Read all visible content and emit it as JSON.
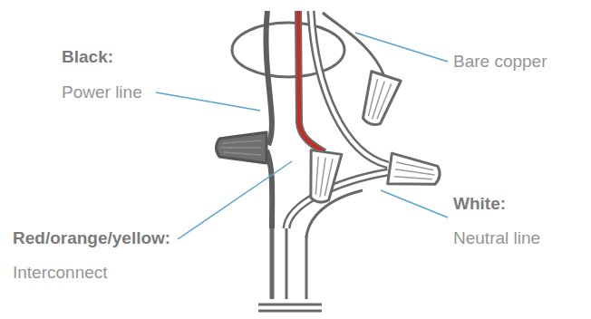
{
  "diagram": {
    "labels": [
      "Black:",
      "Power line",
      "Bare copper",
      "Red/orange/yellow:",
      "Interconnect",
      "White:",
      "Neutral line"
    ]
  }
}
